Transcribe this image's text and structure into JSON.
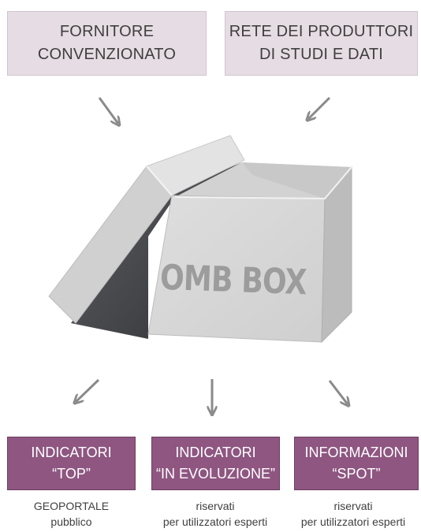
{
  "sources": {
    "fornitore": [
      "FORNITORE",
      "CONVENZIONATO"
    ],
    "rete": [
      "RETE DEI PRODUTTORI",
      "DI STUDI E DATI"
    ]
  },
  "box_label": "OMB BOX",
  "outputs": {
    "top": {
      "title": [
        "INDICATORI",
        "“TOP”"
      ],
      "caption": [
        "GEOPORTALE",
        "pubblico"
      ]
    },
    "evoluzione": {
      "title": [
        "INDICATORI",
        "“IN EVOLUZIONE”"
      ],
      "caption": [
        "riservati",
        "per utilizzatori esperti"
      ]
    },
    "spot": {
      "title": [
        "INFORMAZIONI",
        "“SPOT”"
      ],
      "caption": [
        "riservati",
        "per utilizzatori esperti"
      ]
    }
  },
  "colors": {
    "source_box_fill": "#e6dce3",
    "output_box_fill": "#8e5681",
    "arrow": "#8a8a8a",
    "box_face": "#d6d6d6"
  }
}
